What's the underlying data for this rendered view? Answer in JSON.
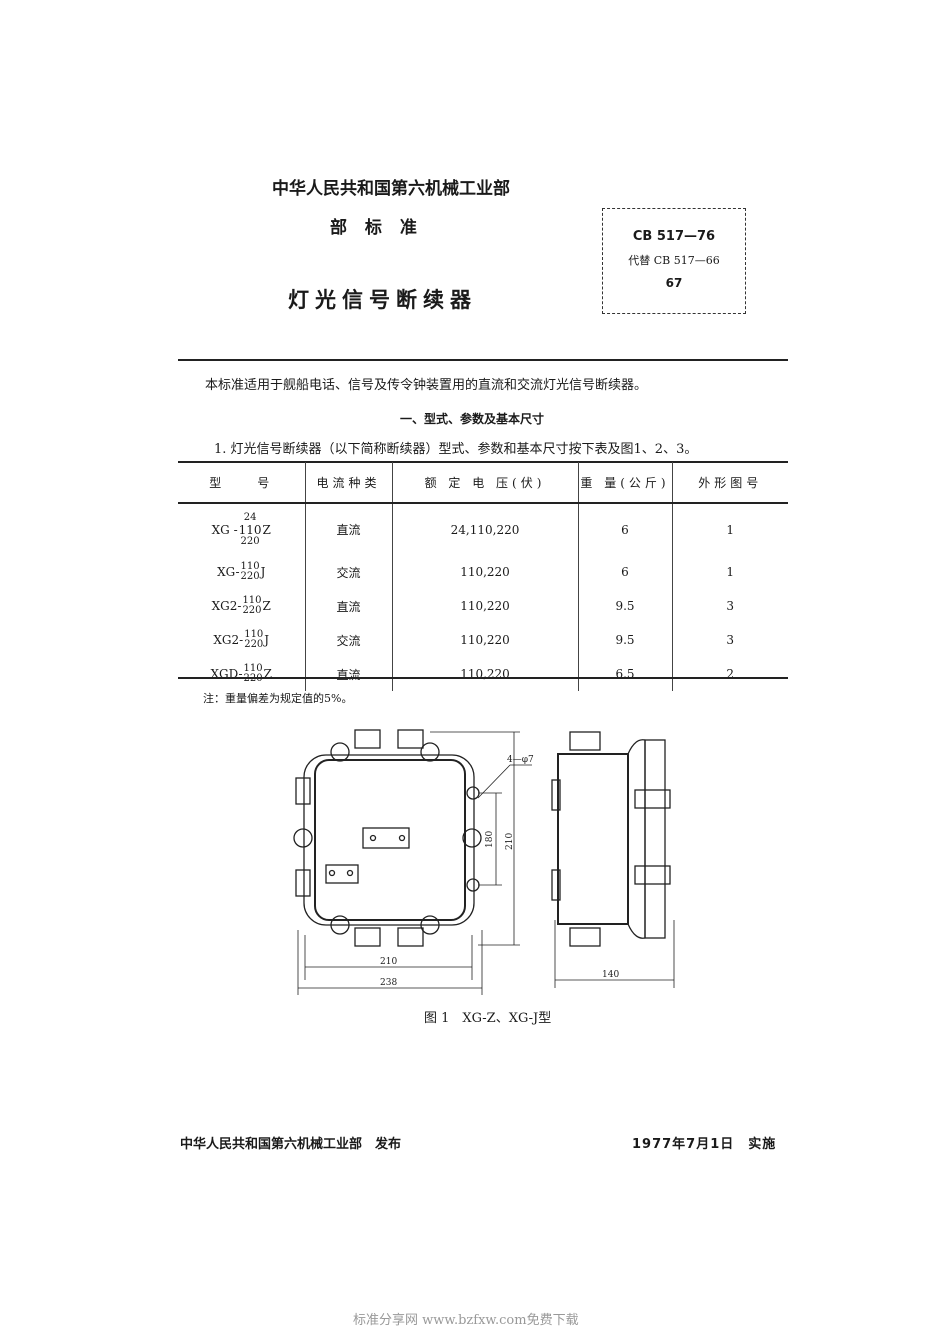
{
  "header": {
    "ministry": "中华人民共和国第六机械工业部",
    "standard_type": "部 标 准",
    "title": "灯光信号断续器"
  },
  "std_box": {
    "code": "CB 517—76",
    "replaces": "代替 CB 517—66",
    "number": "67"
  },
  "intro": "本标准适用于舰船电话、信号及传令钟装置用的直流和交流灯光信号断续器。",
  "section1": "一、型式、参数及基本尺寸",
  "clause1": "1. 灯光信号断续器（以下简称断续器）型式、参数和基本尺寸按下表及图1、2、3。",
  "table": {
    "headers": [
      "型　　号",
      "电流种类",
      "额 定 电 压(伏)",
      "重 量(公斤)",
      "外形图号"
    ],
    "rows": [
      {
        "prefix": "XG -",
        "top": "24",
        "mid": "110",
        "bottom": "220",
        "suffix": "Z",
        "current": "直流",
        "voltage": "24,110,220",
        "weight": "6",
        "figure": "1"
      },
      {
        "prefix": "XG-",
        "top": "110",
        "bottom": "220",
        "suffix": "J",
        "current": "交流",
        "voltage": "110,220",
        "weight": "6",
        "figure": "1"
      },
      {
        "prefix": "XG2-",
        "top": "110",
        "bottom": "220",
        "suffix": "Z",
        "current": "直流",
        "voltage": "110,220",
        "weight": "9.5",
        "figure": "3"
      },
      {
        "prefix": "XG2-",
        "top": "110",
        "bottom": "220",
        "suffix": "J",
        "current": "交流",
        "voltage": "110,220",
        "weight": "9.5",
        "figure": "3"
      },
      {
        "prefix": "XGD-",
        "top": "110",
        "bottom": "220",
        "suffix": "Z",
        "current": "直流",
        "voltage": "110,220",
        "weight": "6.5",
        "figure": "2"
      }
    ]
  },
  "note": "注：重量偏差为规定值的5%。",
  "figure": {
    "dim_holes": "4—φ7",
    "dim_180": "180",
    "dim_210_v": "210",
    "dim_210_h": "210",
    "dim_238": "238",
    "dim_140": "140",
    "caption": "图 1　XG-Z、XG-J型"
  },
  "footer": {
    "publisher": "中华人民共和国第六机械工业部　发布",
    "date": "1977年7月1日　实施"
  },
  "watermark": "标准分享网 www.bzfxw.com免费下载"
}
